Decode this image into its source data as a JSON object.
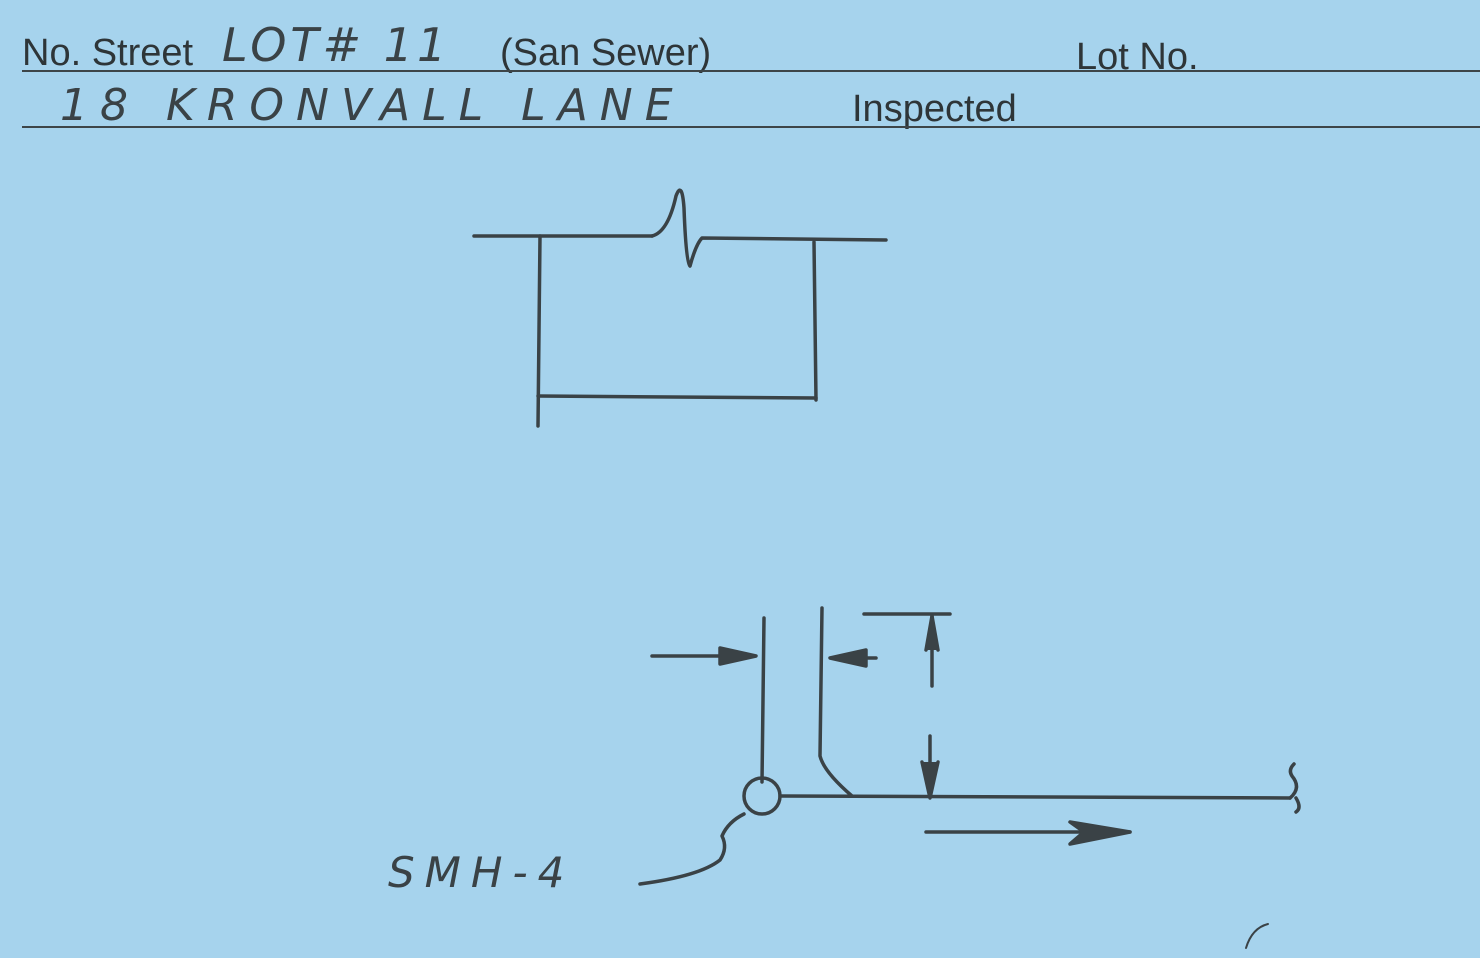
{
  "card": {
    "background_color": "#a6d3ed",
    "ink_color": "#3a4246",
    "printed_labels": {
      "no_street": "No. Street",
      "lot_no": "Lot No.",
      "inspected": "Inspected"
    },
    "handwritten": {
      "lot": "LOT# 11",
      "address": "18 KRONVALL LANE",
      "manhole": "SMH-4"
    },
    "sewer_type": "(San Sewer)"
  }
}
